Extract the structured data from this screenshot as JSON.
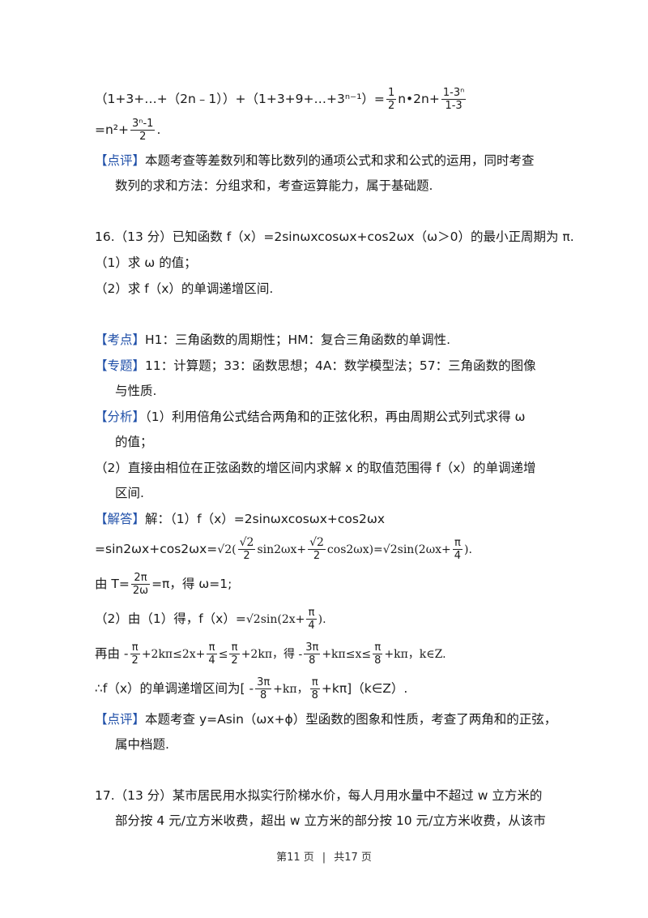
{
  "lines": {
    "l1_left": "（1+3+…+（2n﹣1））+（1+3+9+…+3ⁿ⁻¹）=",
    "l1_f1n": "1",
    "l1_f1d": "2",
    "l1_mid": "n•2n+",
    "l1_f2n": "1-3ⁿ",
    "l1_f2d": "1-3",
    "l2_left": "=n²+",
    "l2_fn": "3ⁿ-1",
    "l2_fd": "2",
    "l2_end": ".",
    "c1_tag": "【点评】",
    "c1_text": "本题考查等差数列和等比数列的通项公式和求和公式的运用，同时考查",
    "c1_text2": "数列的求和方法：分组求和，考查运算能力，属于基础题.",
    "q16": "16.（13 分）已知函数 f（x）=2sinωxcosωx+cos2ωx（ω＞0）的最小正周期为 π.",
    "q16_1": "（1）求 ω 的值；",
    "q16_2": "（2）求 f（x）的单调递增区间.",
    "kd_tag": "【考点】",
    "kd_text": "H1：三角函数的周期性；HM：复合三角函数的单调性.",
    "zt_tag": "【专题】",
    "zt_text": "11：计算题；33：函数思想；4A：数学模型法；57：三角函数的图像",
    "zt_text2": "与性质.",
    "fx_tag": "【分析】",
    "fx_text": "（1）利用倍角公式结合两角和的正弦化积，再由周期公式列式求得 ω",
    "fx_text2": "的值；",
    "fx_text3": "（2）直接由相位在正弦函数的增区间内求解 x 的取值范围得 f（x）的单调递增",
    "fx_text4": "区间.",
    "jd_tag": "【解答】",
    "jd_text": "解：（1）f（x）=2sinωxcosωx+cos2ωx",
    "jd2_a": "=sin2ωx+cos2ωx=",
    "jd2_b": "(",
    "jd2_r2": "2",
    "jd2_fd": "2",
    "jd2_c": "sin2ωx+",
    "jd2_d": "cos2ωx)=",
    "jd2_e": "sin(2ωx+",
    "jd2_pin": "π",
    "jd2_pid": "4",
    "jd2_end": ").",
    "jd3_a": "由 T=",
    "jd3_fn": "2π",
    "jd3_fd": "2ω",
    "jd3_b": "=π，得 ω=1;",
    "jd4_a": "（2）由（1）得，f（x）=",
    "jd4_b": "sin(2x+",
    "jd4_fn": "π",
    "jd4_fd": "4",
    "jd4_c": ").",
    "jd5_a": "再由 -",
    "jd5_f1n": "π",
    "jd5_f1d": "2",
    "jd5_b": "+2kπ≤2x+",
    "jd5_f2n": "π",
    "jd5_f2d": "4",
    "jd5_c": "≤",
    "jd5_f3n": "π",
    "jd5_f3d": "2",
    "jd5_d": "+2kπ，得 -",
    "jd5_f4n": "3π",
    "jd5_f4d": "8",
    "jd5_e": "+kπ≤x≤",
    "jd5_f5n": "π",
    "jd5_f5d": "8",
    "jd5_f": "+kπ，k∈Z.",
    "jd6_a": "∴f（x）的单调递增区间为[ -",
    "jd6_f1n": "3π",
    "jd6_f1d": "8",
    "jd6_b": "+kπ，",
    "jd6_f2n": "π",
    "jd6_f2d": "8",
    "jd6_c": "+kπ]（k∈Z）.",
    "c2_tag": "【点评】",
    "c2_text": "本题考查 y=Asin（ωx+ϕ）型函数的图象和性质，考查了两角和的正弦，",
    "c2_text2": "属中档题.",
    "q17": "17.（13 分）某市居民用水拟实行阶梯水价，每人月用水量中不超过 w 立方米的",
    "q17_2": "部分按 4 元/立方米收费，超出 w 立方米的部分按 10 元/立方米收费，从该市"
  },
  "footer": {
    "page": "第11 页",
    "sep": "|",
    "total": "共17 页"
  },
  "colors": {
    "tag": "#1f4fa8"
  }
}
